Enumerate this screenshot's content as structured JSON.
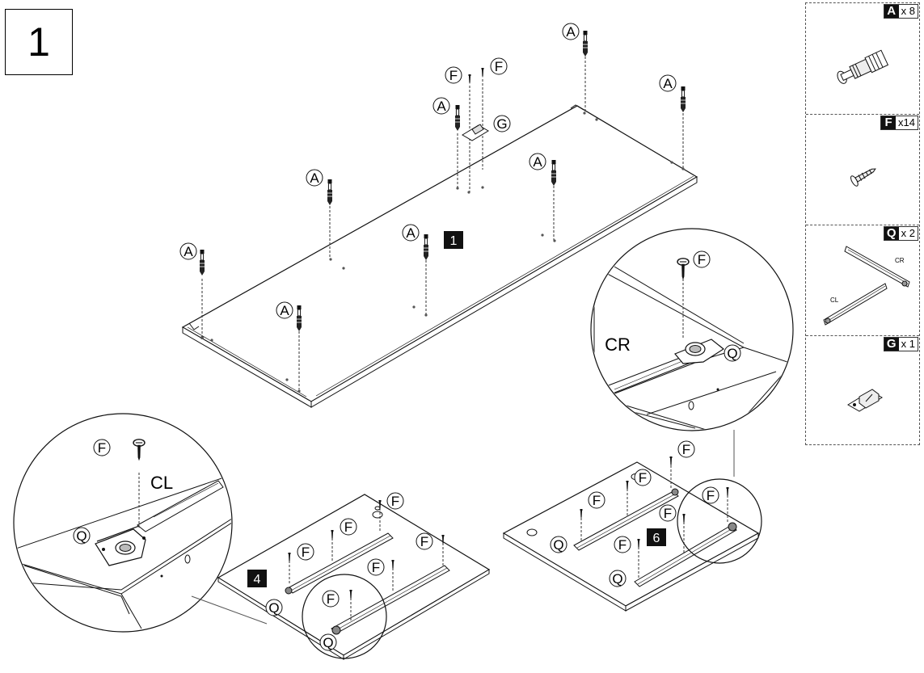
{
  "step": {
    "number": "1"
  },
  "labels": {
    "a": "A",
    "f": "F",
    "g": "G",
    "q": "Q",
    "cl": "CL",
    "cr": "CR"
  },
  "sub_steps": {
    "main": "1",
    "left": "4",
    "right": "6"
  },
  "parts": [
    {
      "letter": "A",
      "qty": "x 8",
      "icon": "cam-dowel-icon"
    },
    {
      "letter": "F",
      "qty": "x14",
      "icon": "screw-icon"
    },
    {
      "letter": "Q",
      "qty": "x 2",
      "icon": "drawer-runner-icon",
      "sublabels": [
        "CR",
        "CL"
      ]
    },
    {
      "letter": "G",
      "qty": "x 1",
      "icon": "bracket-icon"
    }
  ]
}
